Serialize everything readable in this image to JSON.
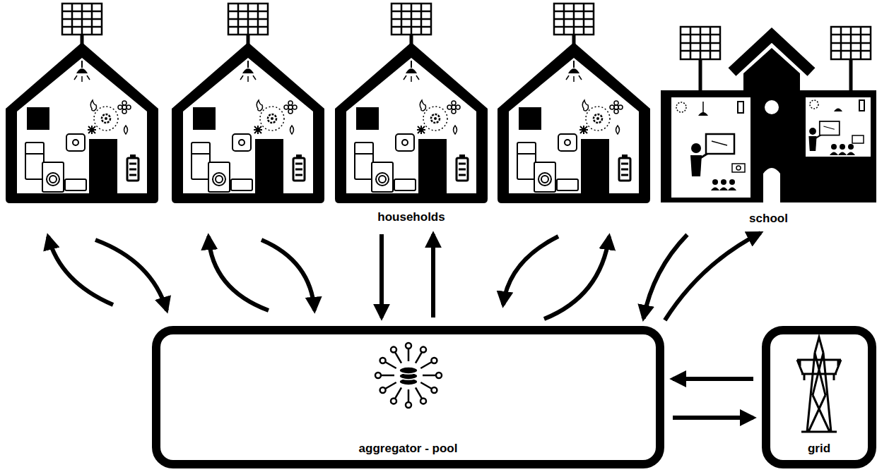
{
  "diagram": {
    "nodes": [
      {
        "text": [
          "households"
        ]
      },
      {
        "text": [
          "school"
        ]
      },
      {
        "text": [
          "aggregator - pool"
        ]
      },
      {
        "text": [
          "grid"
        ]
      }
    ],
    "edges": [
      {
        "from": 0,
        "to": 2,
        "arrow": "to"
      },
      {
        "from": 2,
        "to": 0,
        "arrow": "to"
      },
      {
        "from": 1,
        "to": 2,
        "arrow": "to"
      },
      {
        "from": 2,
        "to": 1,
        "arrow": "to"
      },
      {
        "from": 3,
        "to": 2,
        "arrow": "to"
      },
      {
        "from": 2,
        "to": 3,
        "arrow": "to"
      }
    ]
  }
}
